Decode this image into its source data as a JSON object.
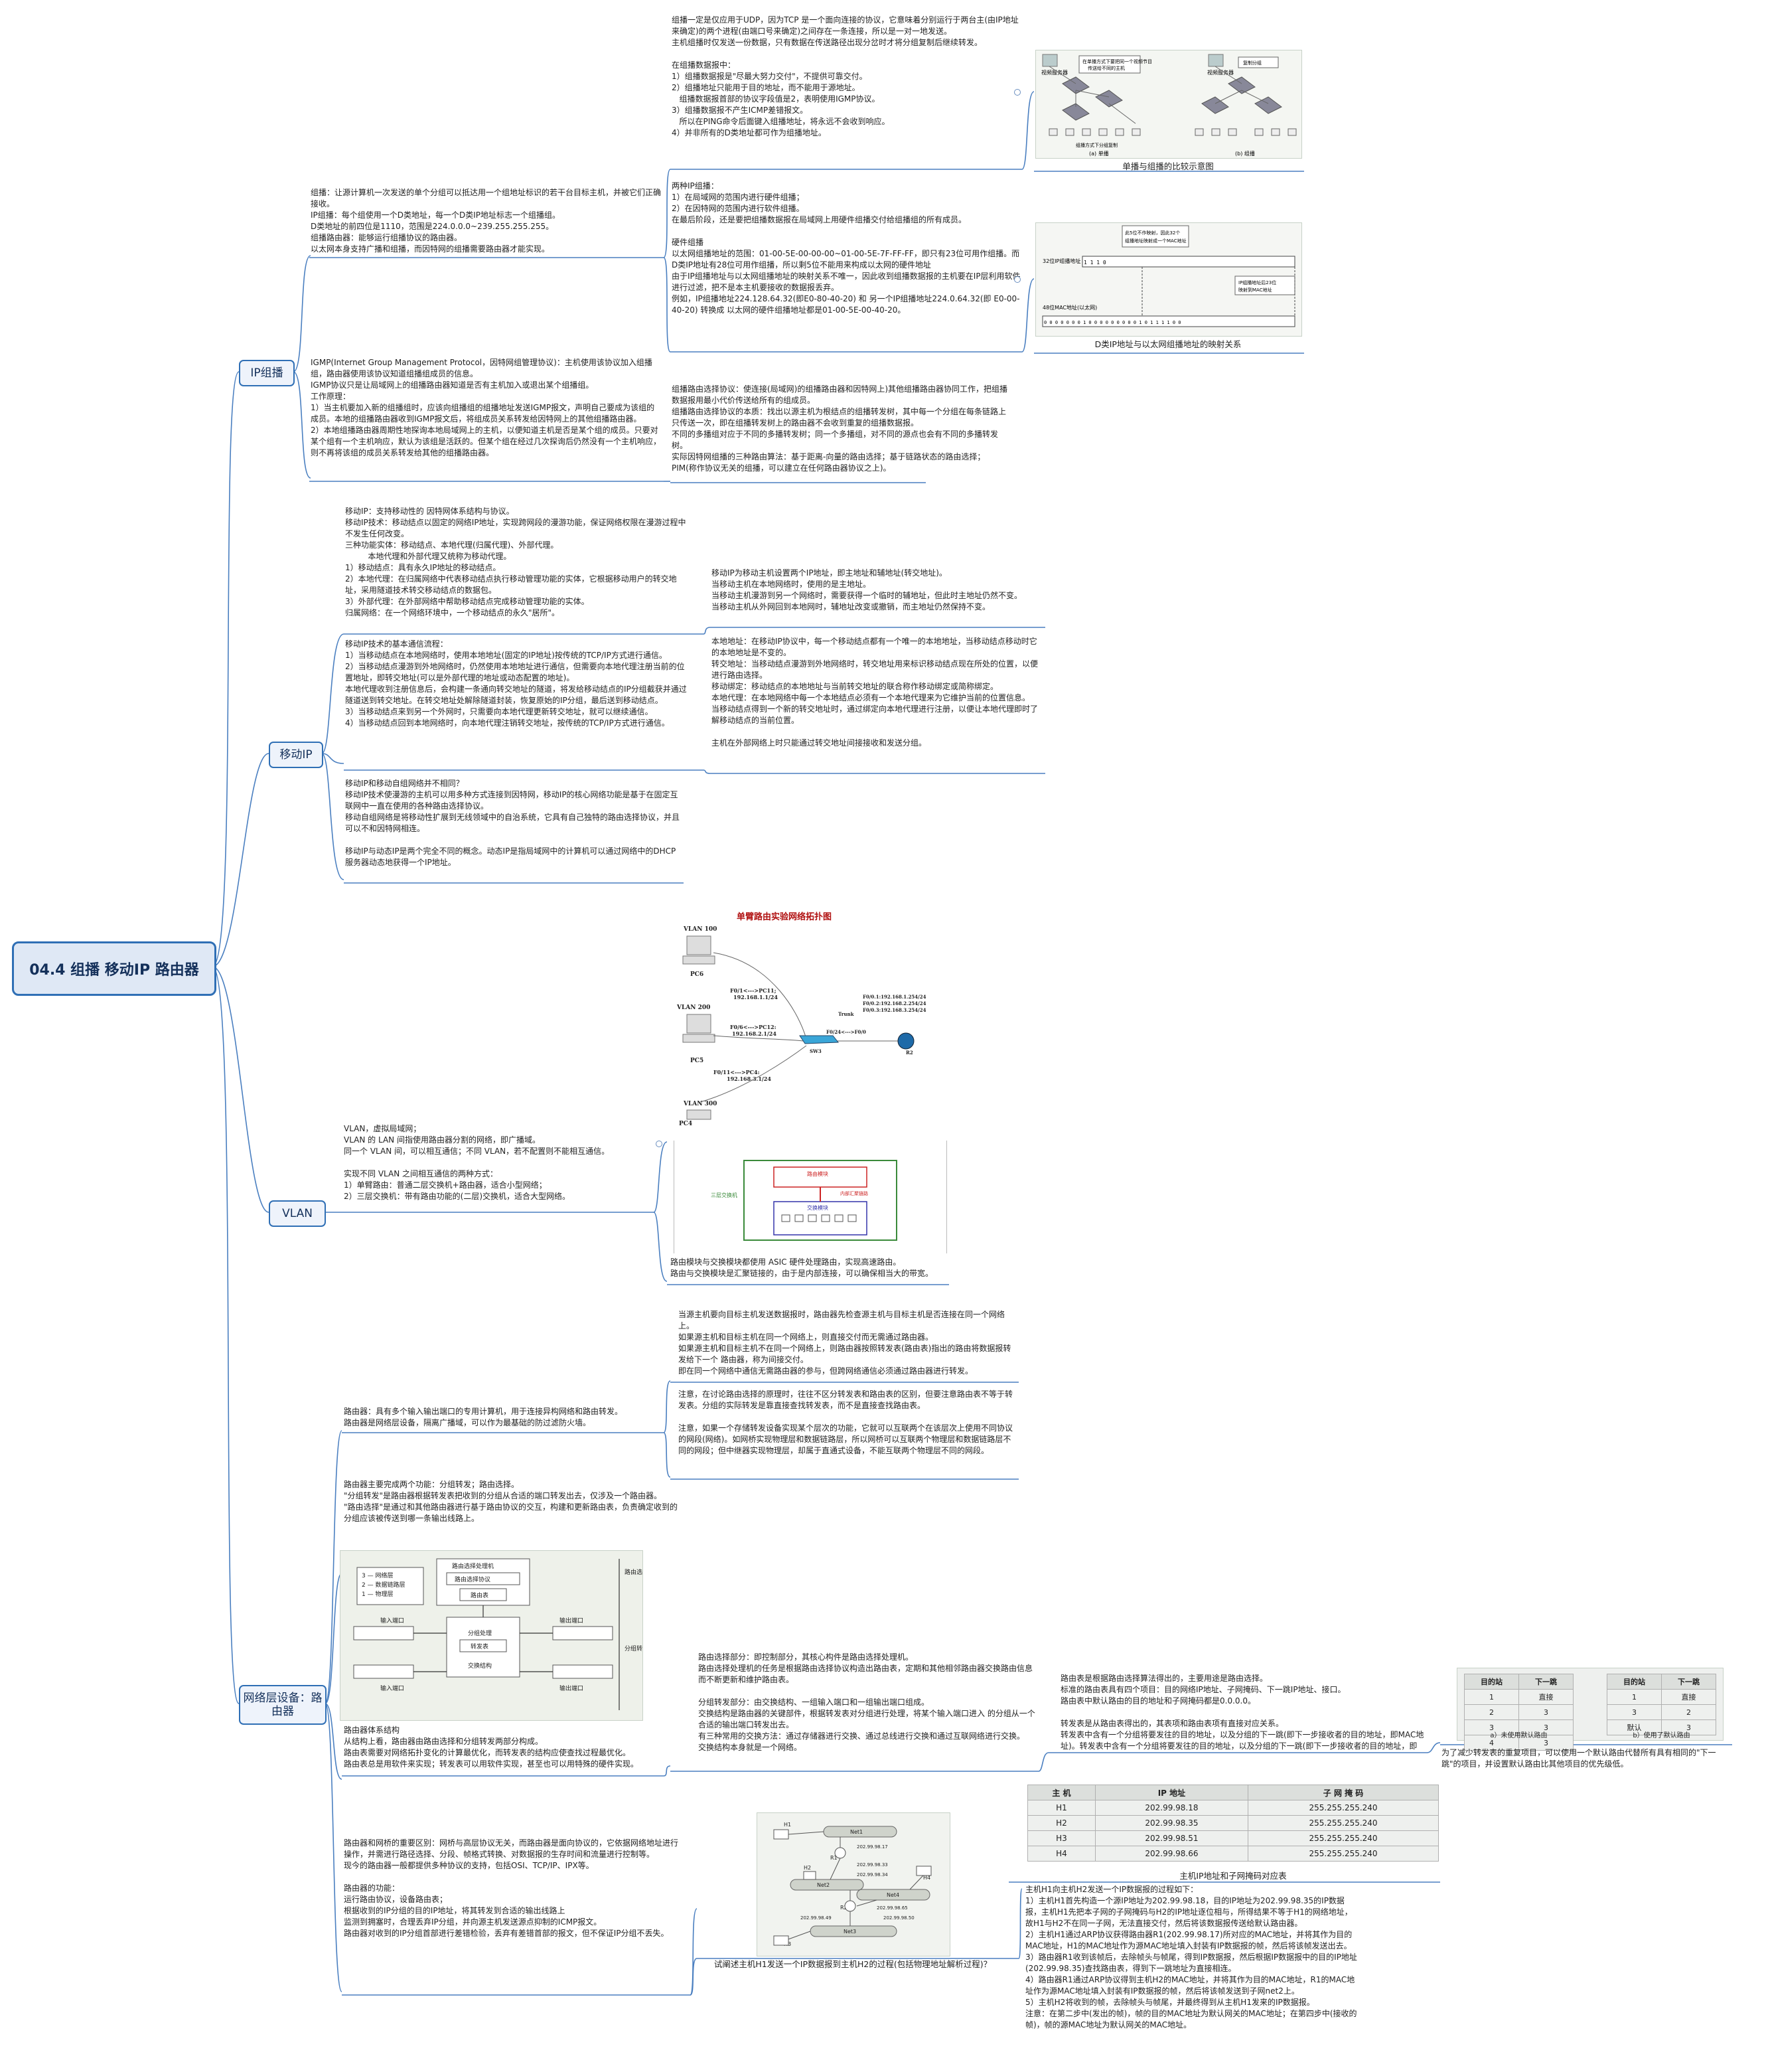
{
  "root": {
    "label": "04.4 组播 移动IP 路由器"
  },
  "branches": {
    "ip_multicast": "IP组播",
    "mobile_ip": "移动IP",
    "vlan": "VLAN",
    "router": "网络层设备：路由器"
  },
  "notes": {
    "mc_def": "组播：让源计算机一次发送的单个分组可以抵达用一个组地址标识的若干台目标主机，并被它们正确接收。\nIP组播：每个组使用一个D类地址，每一个D类IP地址标志一个组播组。\nD类地址的前四位是1110，范围是224.0.0.0~239.255.255.255。\n组播路由器：能够运行组播协议的路由器。\n以太网本身支持广播和组播，而因特网的组播需要路由器才能实现。",
    "mc_top": "组播一定是仅应用于UDP，因为TCP 是一个面向连接的协议，它意味着分别运行于两台主(由IP地址来确定)的两个进程(由端口号来确定)之间存在一条连接，所以是一对一地发送。\n主机组播时仅发送一份数据，只有数据在传送路径出现分岔时才将分组复制后继续转发。\n\n在组播数据报中：\n1）组播数据报是\"尽最大努力交付\"，不提供可靠交付。\n2）组播地址只能用于目的地址，而不能用于源地址。\n   组播数据报首部的协议字段值是2，表明使用IGMP协议。\n3）组播数据报不产生ICMP差错报文。\n   所以在PING命令后面键入组播地址，将永远不会收到响应。\n4）并非所有的D类地址都可作为组播地址。",
    "mc_two": "两种IP组播：\n1）在局域网的范围内进行硬件组播；\n2）在因特网的范围内进行软件组播。\n在最后阶段，还是要把组播数据报在局域网上用硬件组播交付给组播组的所有成员。\n\n硬件组播\n以太网组播地址的范围：01-00-5E-00-00-00~01-00-5E-7F-FF-FF，即只有23位可用作组播。而D类IP地址有28位可用作组播，所以剩5位不能用来构成以太网的硬件地址\n由于IP组播地址与以太网组播地址的映射关系不唯一，因此收到组播数据报的主机要在IP层利用软件进行过滤，把不是本主机要接收的数据报丢弃。\n例如，IP组播地址224.128.64.32(即E0-80-40-20) 和 另一个IP组播地址224.0.64.32(即 E0-00-40-20) 转换成 以太网的硬件组播地址都是01-00-5E-00-40-20。",
    "mc_igmp": "IGMP(Internet Group Management Protocol，因特网组管理协议)：主机使用该协议加入组播组，路由器使用该协议知道组播组成员的信息。\nIGMP协议只是让局域网上的组播路由器知道是否有主机加入或退出某个组播组。\n工作原理：\n1）当主机要加入新的组播组时，应该向组播组的组播地址发送IGMP报文，声明自己要成为该组的成员。本地的组播路由器收到IGMP报文后，将组成员关系转发给因特网上的其他组播路由器。\n2）本地组播路由器周期性地探询本地局域网上的主机，以便知道主机是否是某个组的成员。只要对某个组有一个主机响应，默认为该组是活跃的。但某个组在经过几次探询后仍然没有一个主机响应，则不再将该组的成员关系转发给其他的组播路由器。",
    "mc_routing": "组播路由选择协议：使连接(局域网)的组播路由器和因特网上)其他组播路由器协同工作，把组播数据报用最小代价传送给所有的组成员。\n组播路由选择协议的本质：找出以源主机为根结点的组播转发树，其中每一个分组在每条链路上只传送一次，即在组播转发树上的路由器不会收到重复的组播数据报。\n不同的多播组对应于不同的多播转发树；同一个多播组，对不同的源点也会有不同的多播转发树。\n实际因特网组播的三种路由算法：基于距离-向量的路由选择；基于链路状态的路由选择；PIM(称作协议无关的组播，可以建立在任何路由器协议之上)。",
    "mip_def": "移动IP：支持移动性的 因特网体系结构与协议。\n移动IP技术：移动结点以固定的网络IP地址，实现跨网段的漫游功能，保证网络权限在漫游过程中不发生任何改变。\n三种功能实体：移动结点、本地代理(归属代理)、外部代理。\n         本地代理和外部代理又统称为移动代理。\n1）移动结点：具有永久IP地址的移动结点。\n2）本地代理：在归属网络中代表移动结点执行移动管理功能的实体，它根据移动用户的转交地址，采用隧道技术转交移动结点的数据包。\n3）外部代理：在外部网络中帮助移动结点完成移动管理功能的实体。\n归属网络：在一个网络环境中，一个移动结点的永久\"居所\"。",
    "mip_home": "移动IP为移动主机设置两个IP地址，即主地址和辅地址(转交地址)。\n当移动主机在本地网络时，使用的是主地址。\n当移动主机漫游到另一个网络时，需要获得一个临时的辅地址，但此时主地址仍然不变。\n当移动主机从外网回到本地网时，辅地址改变或撤销，而主地址仍然保持不变。",
    "mip_flow": "移动IP技术的基本通信流程：\n1）当移动结点在本地网络时，使用本地地址(固定的IP地址)按传统的TCP/IP方式进行通信。\n2）当移动结点漫游到外地网络时，仍然使用本地地址进行通信，但需要向本地代理注册当前的位置地址，即转交地址(可以是外部代理的地址或动态配置的地址)。\n本地代理收到注册信息后，会构建一条通向转交地址的隧道，将发给移动结点的IP分组截获并通过隧道送到转交地址。在转交地址处解除隧道封装，恢复原始的IP分组，最后送到移动结点。\n3）当移动结点来到另一个外网时，只需要向本地代理更新转交地址，就可以继续通信。\n4）当移动结点回到本地网络时，向本地代理注销转交地址，按传统的TCP/IP方式进行通信。",
    "mip_addr": "本地地址：在移动IP协议中，每一个移动结点都有一个唯一的本地地址，当移动结点移动时它的本地地址是不变的。\n转交地址：当移动结点漫游到外地网络时，转交地址用来标识移动结点现在所处的位置，以便进行路由选择。\n移动绑定：移动结点的本地地址与当前转交地址的联合称作移动绑定或简称绑定。\n本地代理：在本地网络中每一个本地结点必须有一个本地代理来为它维护当前的位置信息。\n当移动结点得到一个新的转交地址时，通过绑定向本地代理进行注册，以便让本地代理即时了解移动结点的当前位置。\n\n主机在外部网络上时只能通过转交地址间接接收和发送分组。",
    "mip_vs": "移动IP和移动自组网络并不相同？\n移动IP技术使漫游的主机可以用多种方式连接到因特网，移动IP的核心网络功能是基于在固定互联网中一直在使用的各种路由选择协议。\n移动自组网络是将移动性扩展到无线领域中的自治系统，它具有自己独特的路由选择协议，并且可以不和因特网相连。\n\n移动IP与动态IP是两个完全不同的概念。动态IP是指局域网中的计算机可以通过网络中的DHCP服务器动态地获得一个IP地址。",
    "vlan_def": "VLAN，虚拟局域网；\nVLAN 的 LAN 间指使用路由器分割的网络，即广播域。\n同一个 VLAN 间，可以相互通信；不同 VLAN，若不配置则不能相互通信。\n\n实现不同 VLAN 之间相互通信的两种方式：\n1）单臂路由：普通二层交换机+路由器，适合小型网络；\n2）三层交换机：带有路由功能的(二层)交换机，适合大型网络。",
    "vlan_l3": "路由模块与交换模块都使用 ASIC 硬件处理路由，实现高速路由。\n路由与交换模块是汇聚链接的，由于是内部连接，可以确保相当大的带宽。",
    "rt_def": "路由器：具有多个输入输出端口的专用计算机，用于连接异构网络和路由转发。\n路由器是网络层设备，隔离广播域，可以作为最基础的防过滤防火墙。",
    "rt_path": "当源主机要向目标主机发送数据报时，路由器先检查源主机与目标主机是否连接在同一个网络上。\n如果源主机和目标主机在同一个网络上，则直接交付而无需通过路由器。\n如果源主机和目标主机不在同一个网络上，则路由器按照转发表(路由表)指出的路由将数据报转发给下一个 路由器，称为间接交付。\n即在同一个网络中通信无需路由器的参与，但跨网络通信必须通过路由器进行转发。",
    "rt_note": "注意，在讨论路由选择的原理时，往往不区分转发表和路由表的区别，但要注意路由表不等于转发表。分组的实际转发是靠直接查找转发表，而不是直接查找路由表。\n\n注意，如果一个存储转发设备实现某个层次的功能，它就可以互联两个在该层次上使用不同协议的网段(网络)。如网桥实现物理层和数据链路层，所以网桥可以互联两个物理层和数据链路层不同的网段；但中继器实现物理层，却属于直通式设备，不能互联两个物理层不同的网段。",
    "rt_func": "路由器主要完成两个功能：分组转发；路由选择。\n\"分组转发\"是路由器根据转发表把收到的分组从合适的端口转发出去，仅涉及一个路由器。\n\"路由选择\"是通过和其他路由器进行基于路由协议的交互，构建和更新路由表，负责确定收到的分组应该被传送到哪一条输出线路上。",
    "rt_arch": "路由器体系结构\n从结构上看，路由器由路由选择和分组转发两部分构成。\n路由表需要对网络拓扑变化的计算最优化，而转发表的结构应使查找过程最优化。\n路由表总是用软件来实现；转发表可以用软件实现，甚至也可以用特殊的硬件实现。",
    "rt_parts": "路由选择部分：即控制部分，其核心构件是路由选择处理机。\n路由选择处理机的任务是根据路由选择协议构造出路由表，定期和其他相邻路由器交换路由信息而不断更新和维护路由表。\n\n分组转发部分：由交换结构、一组输入端口和一组输出端口组成。\n交换结构是路由器的关键部件，根据转发表对分组进行处理，将某个输入端口进入 的分组从一个合适的输出端口转发出去。\n有三种常用的交换方法：通过存储器进行交换、通过总线进行交换和通过互联网络进行交换。\n交换结构本身就是一个网络。",
    "rt_table": "路由表是根据路由选择算法得出的，主要用途是路由选择。\n标准的路由表具有四个项目：目的网络IP地址、子网掩码、下一跳IP地址、接口。\n路由表中默认路由的目的地址和子网掩码都是0.0.0.0。\n\n转发表是从路由表得出的，其表项和路由表项有直接对应关系。\n转发表中含有一个分组将要发往的目的地址，以及分组的下一跳(即下一步接收者的目的地址，即MAC地址)。转发表中含有一个分组将要发往的目的地址，以及分组的下一跳(即下一步接收者的目的地址，即MAC地址)。",
    "rt_default": "为了减少转发表的重复项目，可以使用一个默认路由代替所有具有相同的\"下一跳\"的项目，并设置默认路由比其他项目的优先级低。",
    "rt_bridge": "路由器和网桥的重要区别：网桥与高层协议无关，而路由器是面向协议的，它依据网络地址进行操作，并需进行路径选择、分段、帧格式转换、对数据报的生存时间和流量进行控制等。\n现今的路由器一般都提供多种协议的支持，包括OSI、TCP/IP、IPX等。\n\n路由器的功能：\n运行路由协议，设备路由表；\n根据收到的IP分组的目的IP地址，将其转发到合适的输出线路上\n监测到拥塞时，合理丢弃IP分组，并向源主机发送源点抑制的ICMP报文。\n路由器对收到的IP分组首部进行差错检验，丢弃有差错首部的报文，但不保证IP分组不丢失。",
    "rt_answer": "主机H1向主机H2发送一个IP数据报的过程如下：\n1）主机H1首先构造一个源IP地址为202.99.98.18，目的IP地址为202.99.98.35的IP数据报，主机H1先把本子网的子网掩码与H2的IP地址逐位相与，所得结果不等于H1的网络地址，故H1与H2不在同一子网，无法直接交付，然后将该数据报传送给默认路由器。\n2）主机H1通过ARP协议获得路由器R1(202.99.98.17)所对应的MAC地址，并将其作为目的MAC地址，H1的MAC地址作为源MAC地址填入封装有IP数据报的帧，然后将该帧发送出去。\n3）路由器R1收到该帧后，去除帧头与帧尾，得到IP数据报，然后根据IP数据报中的目的IP地址(202.99.98.35)查找路由表，得到下一跳地址为直接相连。\n4）路由器R1通过ARP协议得到主机H2的MAC地址，并将其作为目的MAC地址，R1的MAC地址作为源MAC地址填入封装有IP数据报的帧，然后将该帧发送到子网net2上。\n5）主机H2将收到的帧，去除帧头与帧尾，并最终得到从主机H1发来的IP数据报。\n注意：在第二步中(发出的帧)，帧的目的MAC地址为默认网关的MAC地址；在第四步中(接收的帧)，帧的源MAC地址为默认网关的MAC地址。"
  },
  "captions": {
    "unicast_vs_multicast": "单播与组播的比较示意图",
    "d_class_mapping": "D类IP地址与以太网组播地址的映射关系",
    "host_ip_table": "主机IP地址和子网掩码对应表",
    "h1_h2_question": "试阐述主机H1发送一个IP数据报到主机H2的过程(包括物理地址解析过程)？"
  },
  "fig_unicast": {
    "left_title": "视频服务器",
    "right_title": "视频服务器",
    "left_note": "在单播方式下要把同一个视频节目",
    "left_note2": "传送给不同的主机",
    "right_note": "复制分组",
    "right_note2": "组播方式下分组复制",
    "left_bottom": "(a) 单播",
    "right_bottom": "(b) 组播"
  },
  "fig_mapping": {
    "top_label": "此5位不作映射，因此32个",
    "top_label2": "组播地址映射成一个MAC地址",
    "left_label": "32位IP组播地址",
    "bits": "1 1 1 0",
    "right_label": "IP组播地址后23位",
    "right_label2": "映射到MAC地址",
    "bottom_label": "48位MAC地址(以太网)",
    "bottom_bits": "0 0 0 0 0 0 0 1 0 0 0 0 0 0 0 0 0 1 0 1 1 1 1 0 0"
  },
  "fig_topo": {
    "title": "单臂路由实验网络拓扑图",
    "vlan100": "VLAN 100",
    "vlan200": "VLAN 200",
    "vlan300": "VLAN 300",
    "pc6": "PC6",
    "pc5": "PC5",
    "pc4": "PC4",
    "link1": "F0/1<--->PC11;",
    "link1b": "192.168.1.1/24",
    "link2": "F0/6<--->PC12:",
    "link2b": "192.168.2.1/24",
    "link3": "F0/11<--->PC4:",
    "link3b": "192.168.3.1/24",
    "trunk": "Trunk",
    "f024": "F0/24<--->F0/0",
    "sw": "SW3",
    "r2": "R2",
    "sub1": "F0/0.1:192.168.1.254/24",
    "sub2": "F0/0.2:192.168.2.254/24",
    "sub3": "F0/0.3:192.168.3.254/24"
  },
  "fig_l3": {
    "outer": "三层交换机",
    "routing": "路由模块",
    "internal": "内部汇聚链路",
    "switching": "交换模块"
  },
  "fig_arch": {
    "l3": "3 — 网络层",
    "l2": "2 — 数据链路层",
    "l1": "1 — 物理层",
    "rp": "路由选择处理机",
    "proto": "路由选择协议",
    "rtable": "路由表",
    "in1": "输入端口",
    "out1": "输出端口",
    "in2": "输入端口",
    "out2": "输出端口",
    "proc": "分组处理",
    "fwd": "转发表",
    "fabric": "交换结构",
    "side1": "路由选择",
    "side2": "分组转发"
  },
  "fig_default": {
    "left_h": [
      "目的站",
      "下一跳"
    ],
    "left_rows": [
      [
        "1",
        "直接"
      ],
      [
        "2",
        "3"
      ],
      [
        "3",
        "3"
      ],
      [
        "4",
        "3"
      ]
    ],
    "right_h": [
      "目的站",
      "下一跳"
    ],
    "right_rows": [
      [
        "1",
        "直接"
      ],
      [
        "3",
        "2"
      ],
      [
        "默认",
        "3"
      ]
    ],
    "cap_a": "a）未使用默认路由",
    "cap_b": "b）使用了默认路由"
  },
  "host_table": {
    "headers": [
      "主 机",
      "IP 地址",
      "子 网 掩 码"
    ],
    "rows": [
      [
        "H1",
        "202.99.98.18",
        "255.255.255.240"
      ],
      [
        "H2",
        "202.99.98.35",
        "255.255.255.240"
      ],
      [
        "H3",
        "202.99.98.51",
        "255.255.255.240"
      ],
      [
        "H4",
        "202.99.98.66",
        "255.255.255.240"
      ]
    ]
  },
  "fig_net": {
    "h1": "H1",
    "h2": "H2",
    "h3": "H3",
    "h4": "H4",
    "r1": "R1",
    "r2": "R2",
    "net1": "Net1",
    "net2": "Net2",
    "net3": "Net3",
    "net4": "Net4",
    "a1": "202.99.98.17",
    "a2": "202.99.98.33",
    "a3": "202.99.98.34",
    "a4": "202.99.98.49",
    "a5": "202.99.98.50",
    "a6": "202.99.98.65"
  }
}
